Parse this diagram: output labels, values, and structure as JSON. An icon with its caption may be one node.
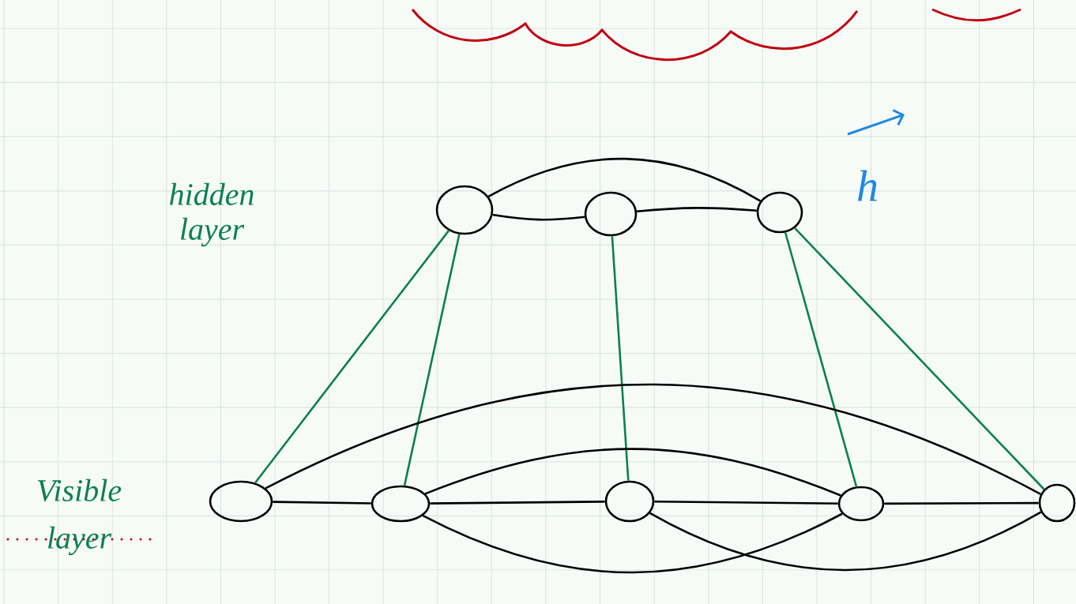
{
  "diagram": {
    "nodes": [
      {
        "text": [],
        "shape": "circle"
      },
      {
        "text": [],
        "shape": "circle"
      },
      {
        "text": [],
        "shape": "circle"
      },
      {
        "text": [],
        "shape": "circle"
      },
      {
        "text": [],
        "shape": "circle"
      },
      {
        "text": [],
        "shape": "circle"
      },
      {
        "text": [],
        "shape": "circle"
      },
      {
        "text": [],
        "shape": "circle"
      }
    ],
    "edges": [
      {
        "from": 0,
        "to": 1,
        "arrow": "none"
      },
      {
        "from": 1,
        "to": 2,
        "arrow": "none"
      },
      {
        "from": 0,
        "to": 2,
        "arrow": "none"
      },
      {
        "from": 0,
        "to": 3,
        "arrow": "none",
        "color": "#0b8050"
      },
      {
        "from": 0,
        "to": 4,
        "arrow": "none",
        "color": "#0b8050"
      },
      {
        "from": 1,
        "to": 5,
        "arrow": "none",
        "color": "#0b8050"
      },
      {
        "from": 2,
        "to": 6,
        "arrow": "none",
        "color": "#0b8050"
      },
      {
        "from": 2,
        "to": 7,
        "arrow": "none",
        "color": "#0b8050"
      },
      {
        "from": 3,
        "to": 4,
        "arrow": "none"
      },
      {
        "from": 4,
        "to": 5,
        "arrow": "none"
      },
      {
        "from": 5,
        "to": 6,
        "arrow": "none"
      },
      {
        "from": 6,
        "to": 7,
        "arrow": "none"
      },
      {
        "from": 3,
        "to": 7,
        "arrow": "none"
      },
      {
        "from": 4,
        "to": 6,
        "arrow": "none"
      },
      {
        "from": 4,
        "to": 6,
        "arrow": "none"
      },
      {
        "from": 5,
        "to": 7,
        "arrow": "none"
      }
    ],
    "labels": [
      "hidden layer",
      "Visible layer",
      "h"
    ]
  }
}
